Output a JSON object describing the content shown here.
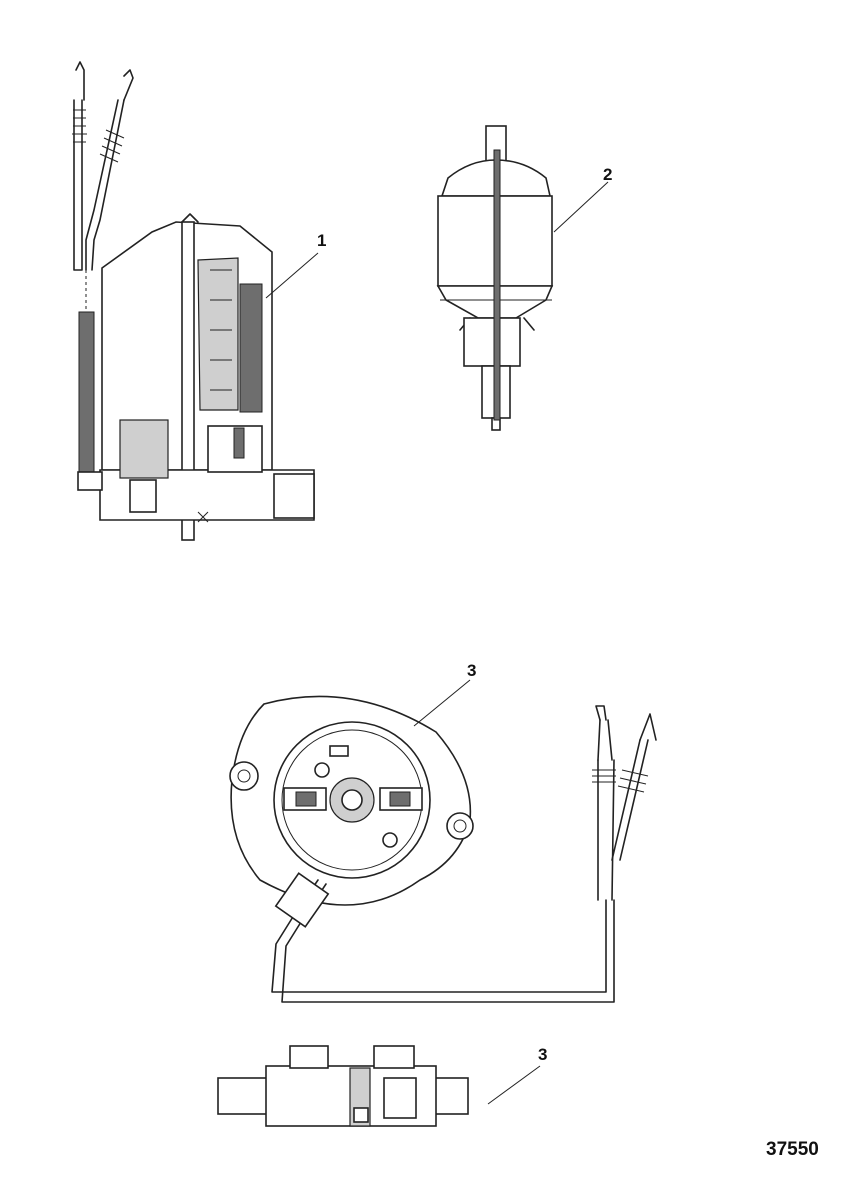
{
  "callouts": {
    "motor_assembly": "1",
    "armature": "2",
    "end_cap_top": "3",
    "end_cap_side": "3"
  },
  "figure_number": "37550"
}
